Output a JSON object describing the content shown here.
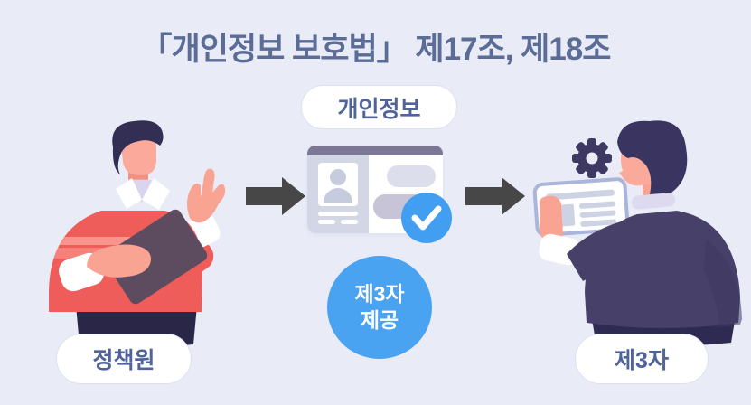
{
  "title": "「개인정보 보호법」 제17조, 제18조",
  "flow": {
    "source_label": "정책원",
    "data_label": "개인정보",
    "action_line1": "제3자",
    "action_line2": "제공",
    "target_label": "제3자"
  },
  "icons": {
    "arrow_right": "arrow-right-icon",
    "check": "check-icon",
    "gear": "gear-icon",
    "avatar": "person-avatar-icon",
    "chat_bubbles": "chat-bubble-icon"
  },
  "colors": {
    "background": "#e9ecf7",
    "title_text": "#5b6c96",
    "label_text": "#50639b",
    "pill_border": "#dce1ef",
    "accent_blue": "#49a3f1",
    "check_blue": "#419ef0",
    "arrow_gray": "#474747",
    "card_topbar": "#7b7795",
    "sweater_red": "#ef5d5a",
    "suit_purple": "#474169",
    "gear_navy": "#3d3963"
  }
}
